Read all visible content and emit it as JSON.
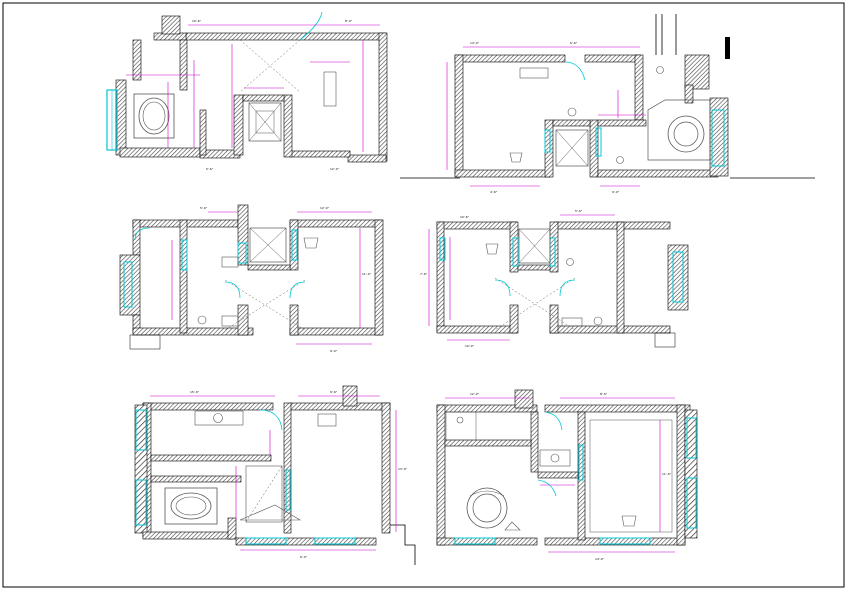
{
  "drawing": {
    "type": "architectural floor plan sheet",
    "colors": {
      "wall": "#000000",
      "hatch": "#555555",
      "dimension": "#cc00cc",
      "window": "#00c8d8",
      "fixture": "#5a5a5a",
      "frame": "#000000"
    }
  },
  "plans": [
    {
      "id": "plan-top-left",
      "dims": [
        "10'-6\"",
        "8'-0\"",
        "5'-6\"",
        "12'-0\""
      ]
    },
    {
      "id": "plan-top-right",
      "dims": [
        "14'-0\"",
        "6'-6\"",
        "4'-6\"",
        "9'-0\""
      ]
    },
    {
      "id": "plan-mid-left",
      "dims": [
        "12'-0\"",
        "9'-0\"",
        "5'-0\"",
        "11'-0\""
      ]
    },
    {
      "id": "plan-mid-right",
      "dims": [
        "10'-0\"",
        "5'-0\"",
        "7'-6\"",
        "10'-6\""
      ]
    },
    {
      "id": "plan-bottom-left",
      "dims": [
        "15'-0\"",
        "9'-6\"",
        "6'-0\"",
        "13'-0\""
      ]
    },
    {
      "id": "plan-bottom-right",
      "dims": [
        "12'-0\"",
        "8'-0\"",
        "11'-0\"",
        "14'-0\""
      ]
    }
  ]
}
